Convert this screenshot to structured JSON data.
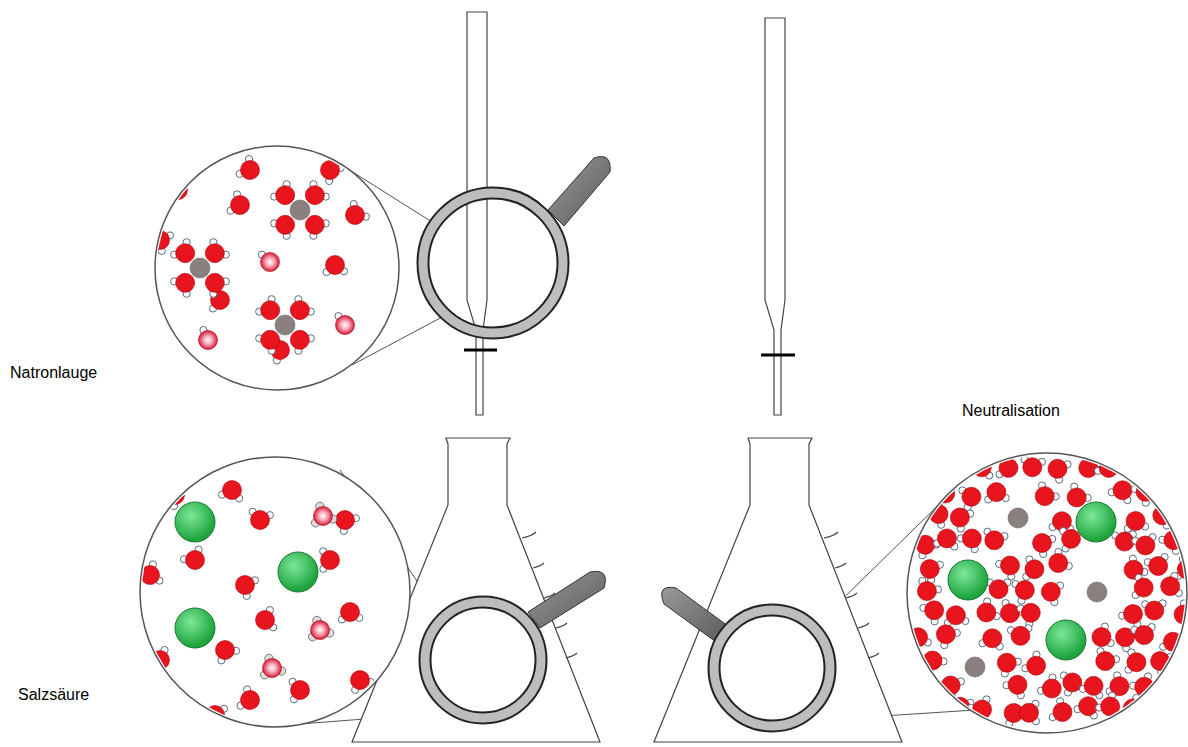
{
  "diagram": {
    "labels": [
      "Natronlauge",
      "Salzsäure",
      "Neutralisation"
    ]
  }
}
